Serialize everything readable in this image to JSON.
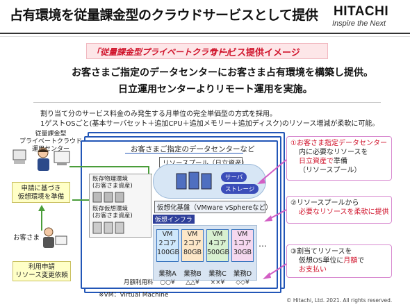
{
  "header": {
    "title": "占有環境を従量課金型のクラウドサービスとして提供",
    "logo_main": "HITACHI",
    "logo_tagline": "Inspire the Next"
  },
  "banner": {
    "prefix": "「従量課金型プライベートクラウド」",
    "suffix": "サービス提供イメージ"
  },
  "lead": {
    "line1": "お客さまご指定のデータセンターにお客さま占有環境を構築し提供。",
    "line2": "日立運用センターよりリモート運用を実施。"
  },
  "desc": {
    "line1": "割り当て分のサービス料金のみ発生する月単位の完全単価型の方式を採用。",
    "line2": "1ゲストOSごと(基本サーバセット＋追加CPU＋追加メモリー＋追加ディスク)のリソース増減が柔軟に可能。"
  },
  "left": {
    "center_title": "従量課金型\nプライベートクラウド\n運用センター",
    "prep_box": "申請に基づき\n仮想環境を準備",
    "customer": "お客さま",
    "request_box": "利用申請\nリソース変更依頼"
  },
  "diagram": {
    "dc_title": "お客さまご指定のデータセンターなど",
    "pool_title": "リソースプール（日立資産）",
    "server_pill": "サーバ",
    "storage_pill": "ストレージ",
    "physical_env": "既存物理環境\n(お客さま資産)",
    "virtual_env": "既存仮想環境\n(お客さま資産)",
    "virt_base": "仮想化基盤（VMware vSphereなど）",
    "virt_infra": "仮想インフラ",
    "ellipsis": "…",
    "monthly_label": "月額利用料"
  },
  "vms": [
    {
      "vm": "VM",
      "cores": "2コア",
      "disk": "100GB",
      "biz": "業務A",
      "price": "○○¥",
      "color": "#cfe7fb"
    },
    {
      "vm": "VM",
      "cores": "2コア",
      "disk": "80GB",
      "biz": "業務B",
      "price": "△△¥",
      "color": "#fde7c8"
    },
    {
      "vm": "VM",
      "cores": "4コア",
      "disk": "500GB",
      "biz": "業務C",
      "price": "××¥",
      "color": "#d8f0d0"
    },
    {
      "vm": "VM",
      "cores": "1コア",
      "disk": "30GB",
      "biz": "業務D",
      "price": "◇◇¥",
      "color": "#f5d8ef"
    }
  ],
  "notes": {
    "n1_a": "①お客さま指定データセンター",
    "n1_b": "内に必要なリソースを",
    "n1_c": "日立資産で",
    "n1_d": "準備",
    "n1_e": "（リソースプール）",
    "n2_a": "②リソースプールから",
    "n2_b": "必要なリソースを柔軟に提供",
    "n3_a": "③割当てリソースを",
    "n3_b": "仮想OS単位に",
    "n3_c": "月額",
    "n3_d": "で",
    "n3_e": "お支払い"
  },
  "footer": {
    "vm_note": "※VM：Virtual Machine",
    "copyright": "© Hitachi, Ltd. 2021. All rights reserved."
  }
}
